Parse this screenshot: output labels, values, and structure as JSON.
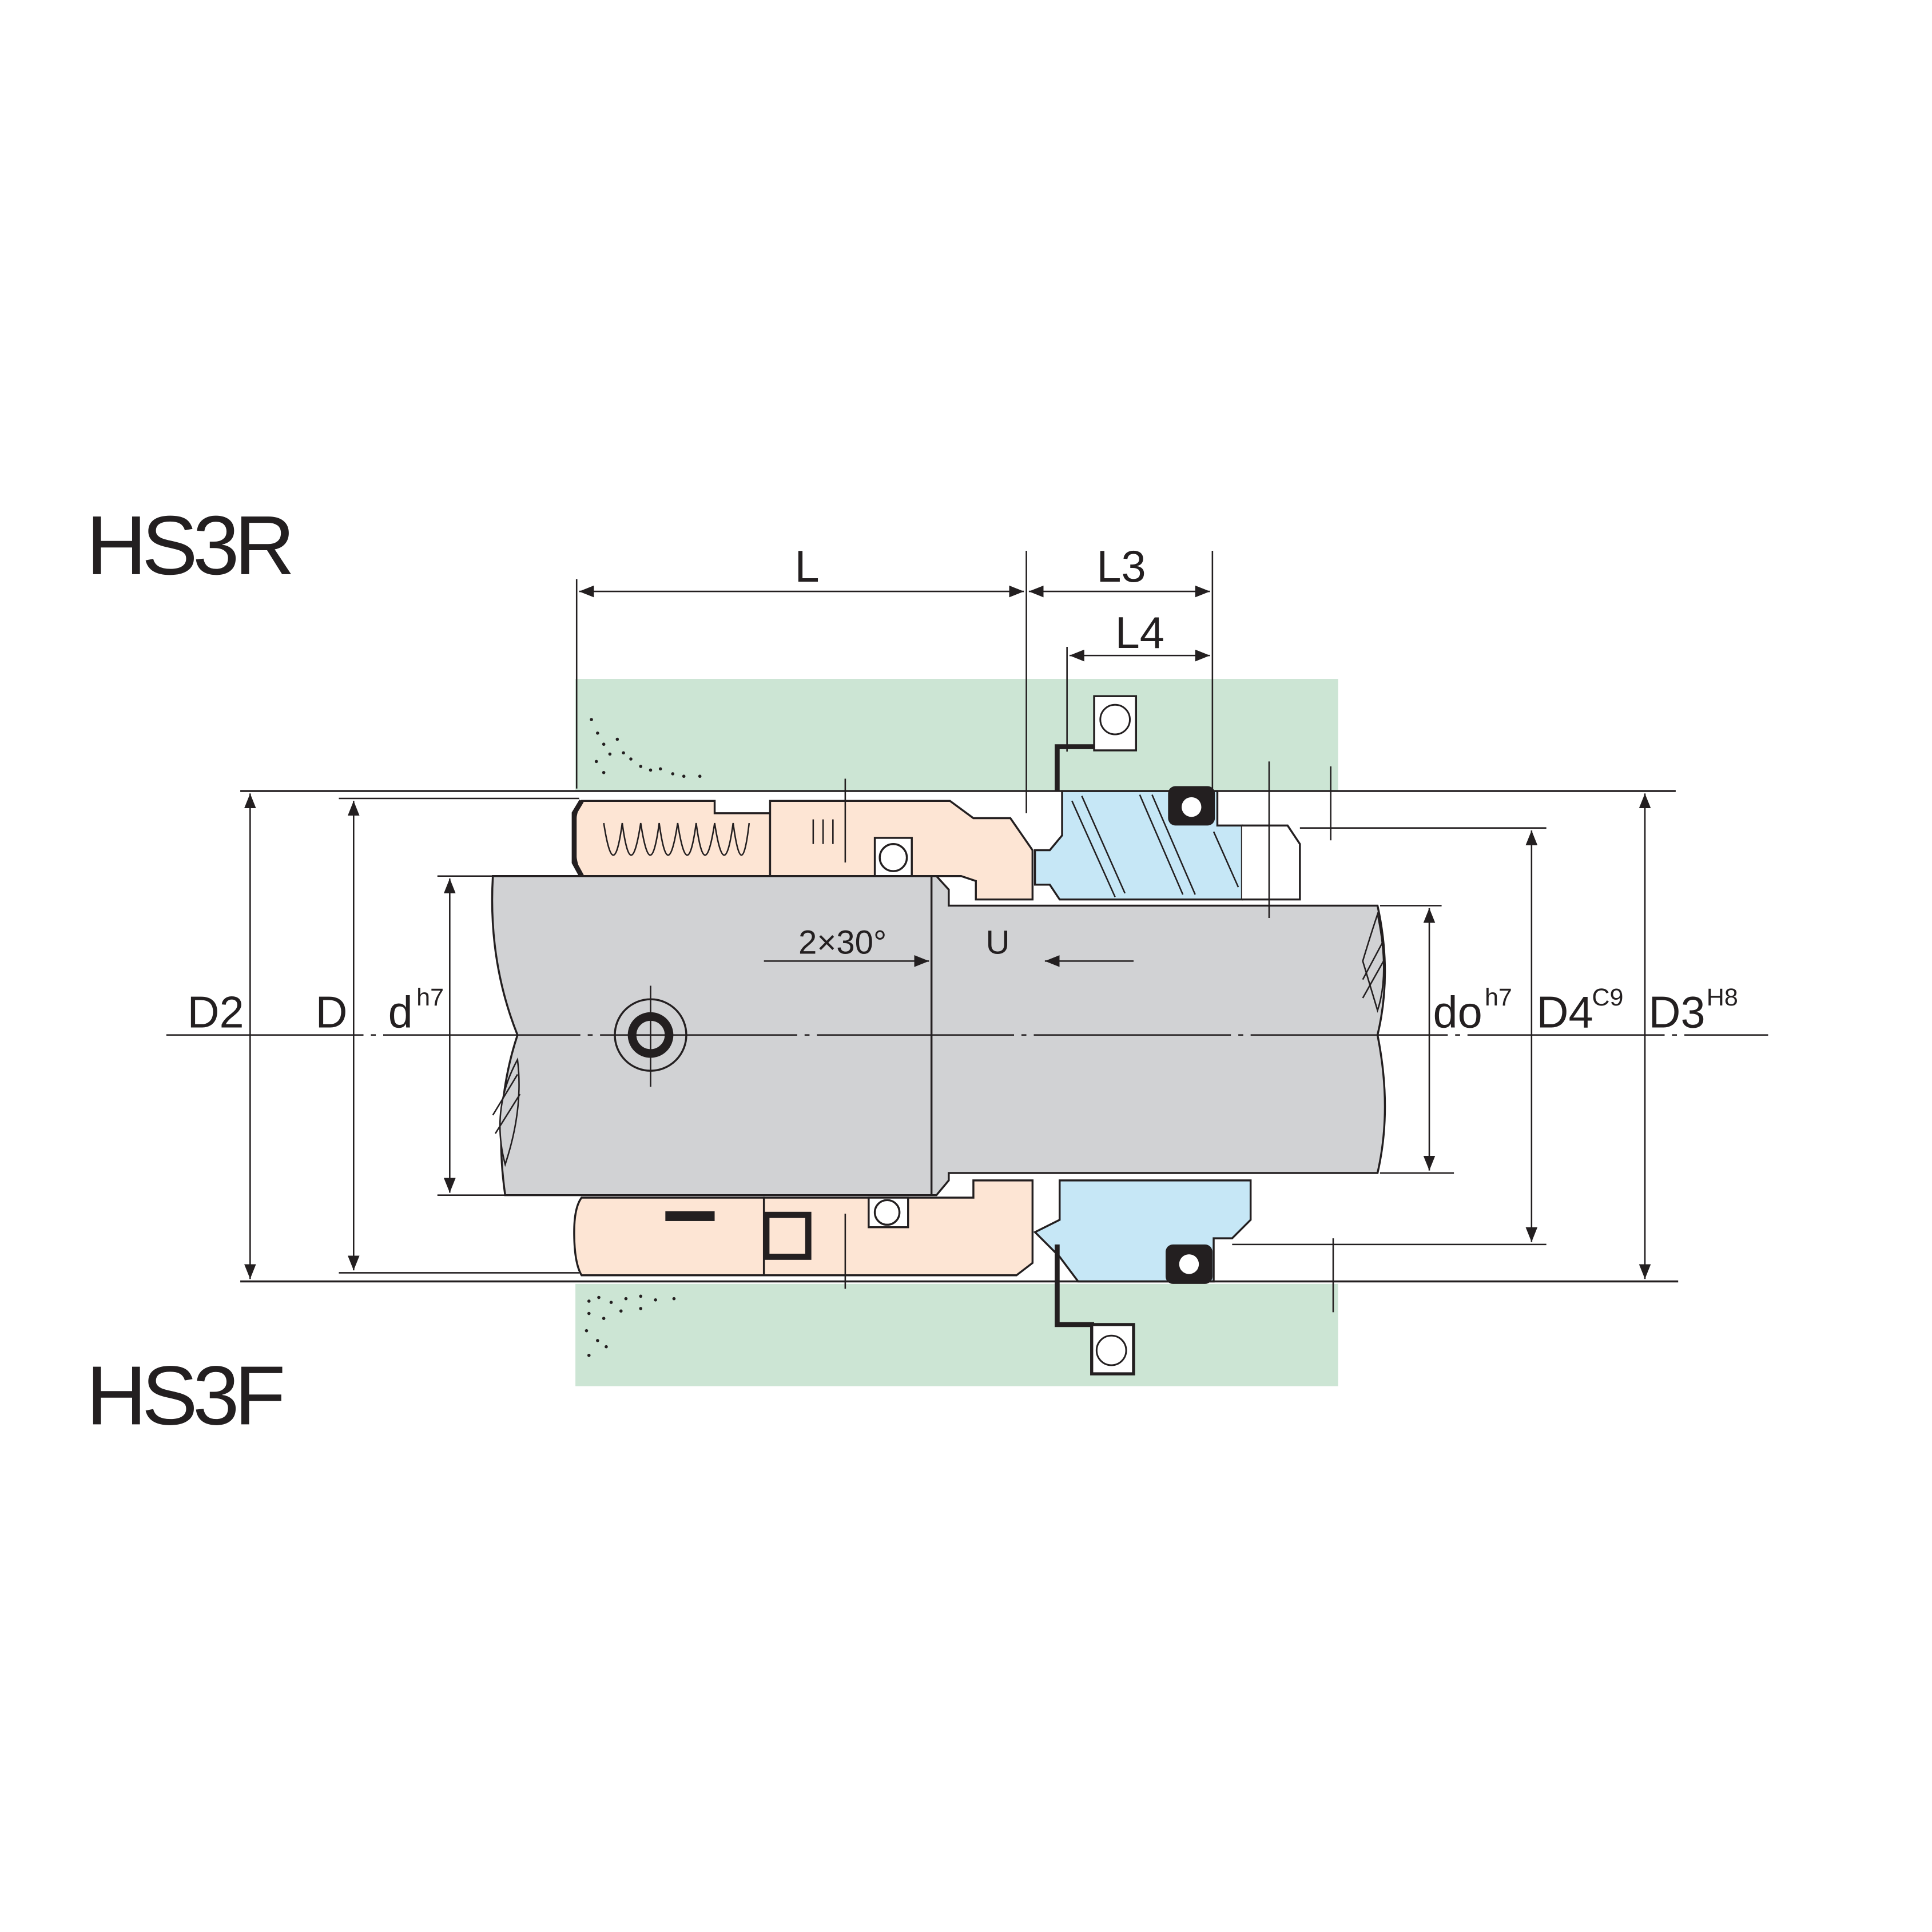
{
  "titles": {
    "top": "HS3R",
    "bottom": "HS3F"
  },
  "dimensions": {
    "L": "L",
    "L3": "L3",
    "L4": "L4",
    "chamfer": "2×30°",
    "U": "U",
    "D2": "D2",
    "D": "D",
    "d": "d",
    "d_tol": "h7",
    "do": "do",
    "do_tol": "h7",
    "D4": "D4",
    "D4_tol": "C9",
    "D3": "D3",
    "D3_tol": "H8"
  },
  "colors": {
    "housing": "#cce5d4",
    "rotating_parts": "#fde5d4",
    "stationary_seat": "#c6e7f6",
    "shaft": "#d1d2d4",
    "line": "#231f20"
  }
}
